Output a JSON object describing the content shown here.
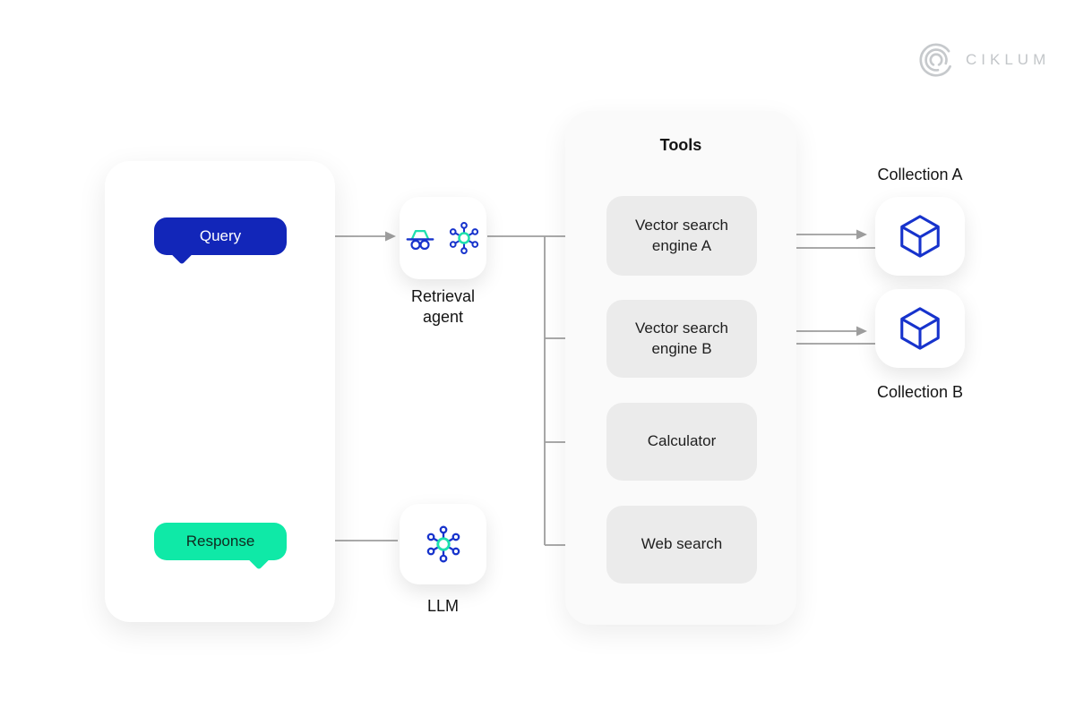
{
  "brand": {
    "logo_text": "CIKLUM"
  },
  "flow": {
    "query_label": "Query",
    "response_label": "Response"
  },
  "nodes": {
    "retrieval_agent": {
      "label": "Retrieval agent",
      "icons": [
        "agent-glasses-icon",
        "network-hub-icon"
      ]
    },
    "llm": {
      "label": "LLM",
      "icons": [
        "network-hub-icon"
      ]
    }
  },
  "tools_panel": {
    "title": "Tools",
    "tools": [
      "Vector search engine A",
      "Vector search engine B",
      "Calculator",
      "Web search"
    ]
  },
  "collections": [
    {
      "label": "Collection A",
      "icon": "cube-icon"
    },
    {
      "label": "Collection B",
      "icon": "cube-icon"
    }
  ],
  "colors": {
    "query_blue": "#1226b9",
    "response_green": "#0fe9a7",
    "icon_blue": "#1733cc",
    "icon_teal": "#1ee0ae",
    "arrow_gray": "#9e9e9e",
    "tool_box_gray": "#ebebeb",
    "logo_gray": "#c3c6c9"
  }
}
